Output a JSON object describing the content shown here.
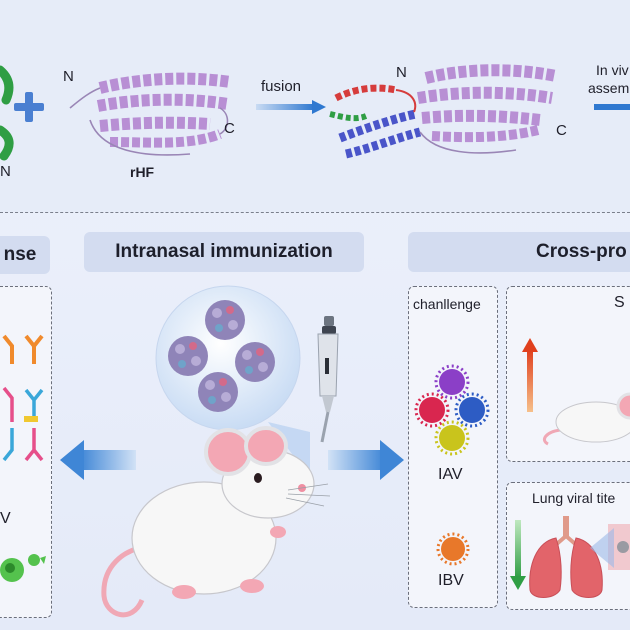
{
  "top": {
    "n_left": "N",
    "n_left2": "N",
    "c_left": "C",
    "rhf_label": "rHF",
    "fusion_label": "fusion",
    "n_right": "N",
    "c_right": "C",
    "in_vivo_line1": "In viv",
    "in_vivo_line2": "assem"
  },
  "sections": {
    "left_title": "nse",
    "center_title": "Intranasal immunization",
    "right_title": "Cross-pro"
  },
  "right_panel": {
    "challenge_label": "chanllenge",
    "iav_label": "IAV",
    "ibv_label": "IBV",
    "s_label": "S",
    "lung_label": "Lung viral tite"
  },
  "left_panel": {
    "letter": "V"
  },
  "colors": {
    "protein": "#b88fd4",
    "arrow_blue": "#3f86d6",
    "pill_bg": "#d3dcf0",
    "mouse_body": "#f7f7f7",
    "mouse_pink": "#f3a7b4"
  }
}
